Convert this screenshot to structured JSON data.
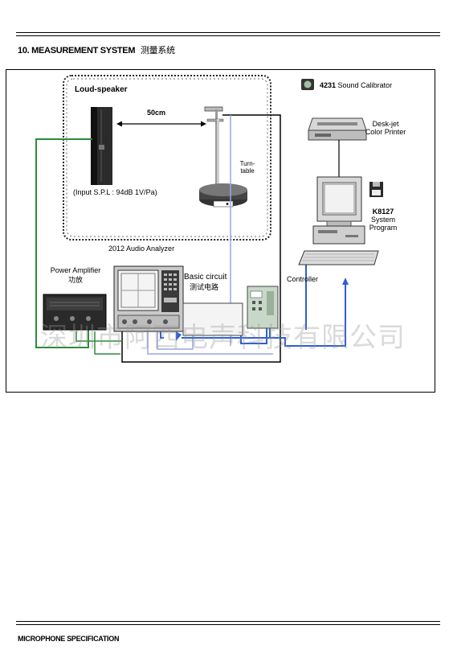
{
  "header": {
    "title": "10. MEASUREMENT SYSTEM",
    "title_zh": "测量系统"
  },
  "diagram": {
    "loudspeaker_label": "Loud-speaker",
    "distance_label": "50cm",
    "input_spl": "(Input S.P.L : 94dB 1V/Pa)",
    "turntable_label_1": "Turn-",
    "turntable_label_2": "table",
    "analyzer_label": "2012  Audio Analyzer",
    "calibrator_number": "4231",
    "calibrator_label": "Sound Calibrator",
    "printer_label_1": "Desk-jet",
    "printer_label_2": "Color Printer",
    "program_label_1": "K8127",
    "program_label_2": "System",
    "program_label_3": "Program",
    "power_amp_label": "Power Amplifier",
    "power_amp_zh": "功放",
    "basic_circuit_label": "Basic circuit",
    "basic_circuit_zh": "测试电路",
    "controller_label": "Controller",
    "watermark": "深圳市阿西电声科技有限公司",
    "colors": {
      "green_line": "#2e8b3a",
      "blue_line": "#2f5fd0",
      "light_blue_line": "#9aa6e6",
      "frame": "#000000"
    }
  },
  "footer": {
    "text": "MICROPHONE SPECIFICATION"
  }
}
